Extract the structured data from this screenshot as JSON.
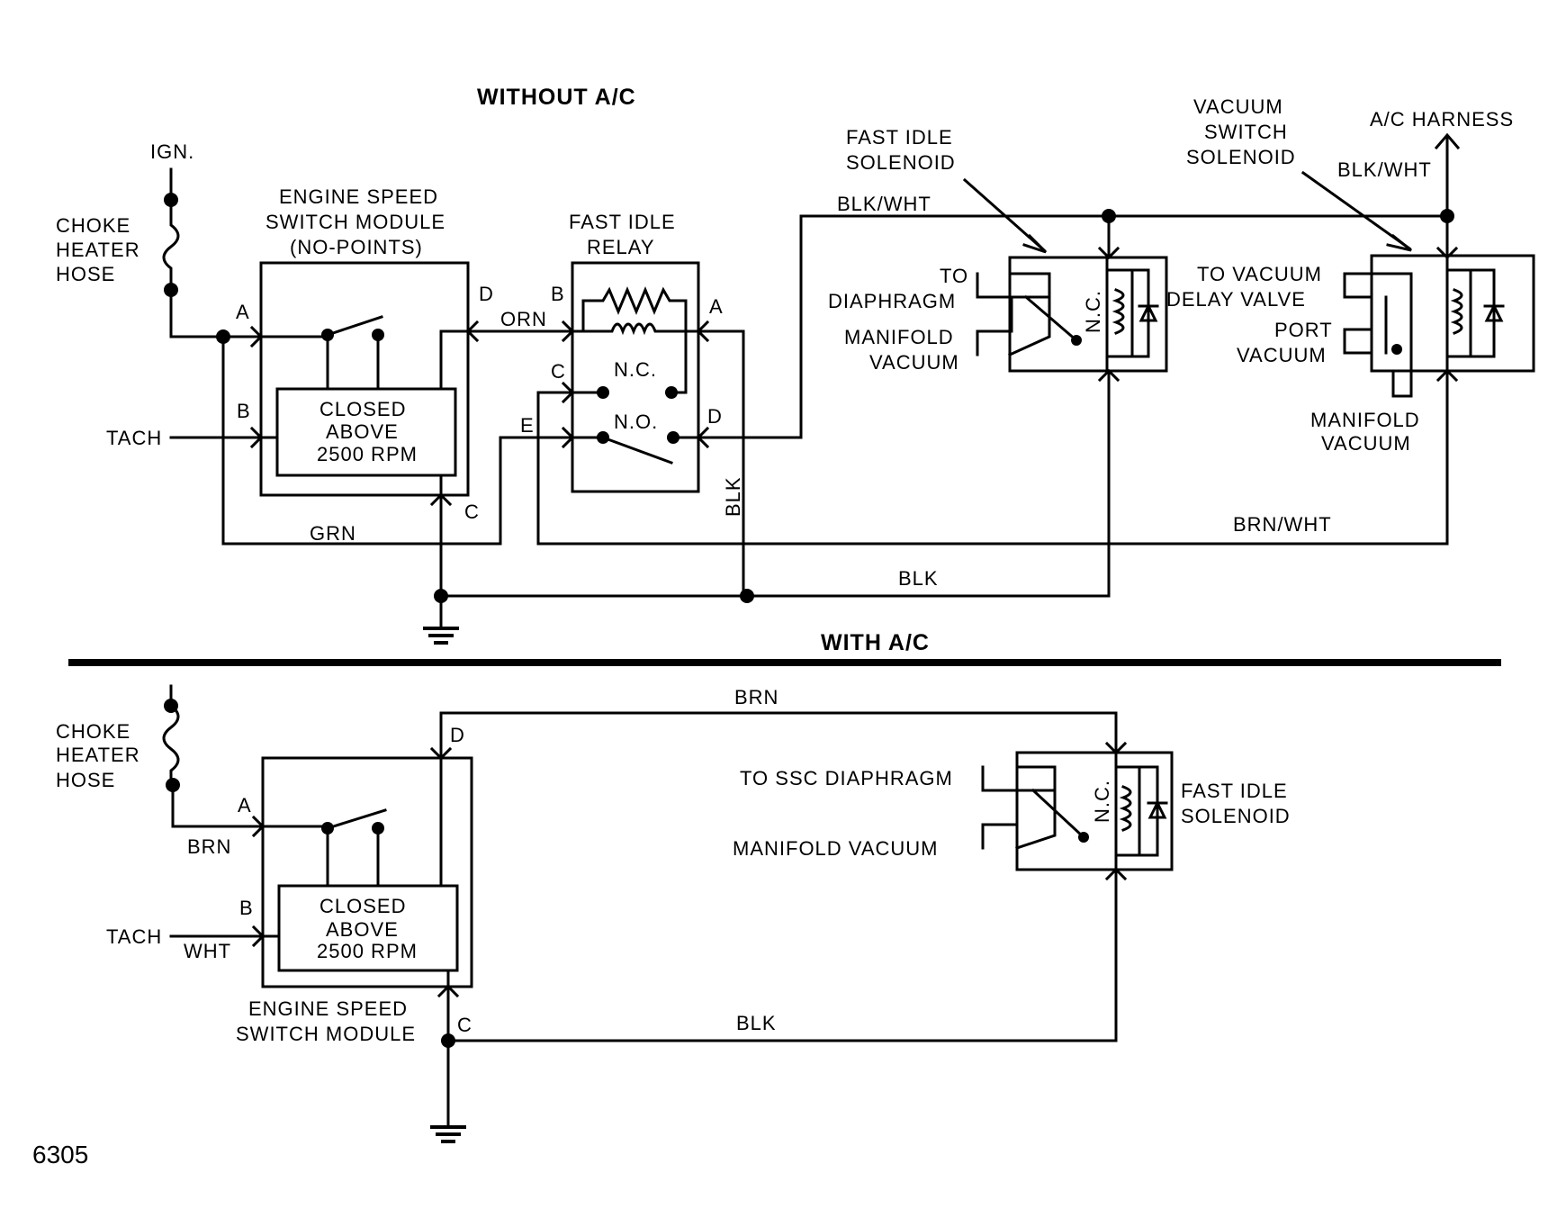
{
  "headers": {
    "without_ac": "WITHOUT A/C",
    "with_ac": "WITH A/C"
  },
  "figure_number": "6305",
  "top": {
    "ign": "IGN.",
    "choke_heater_hose": [
      "CHOKE",
      "HEATER",
      "HOSE"
    ],
    "tach": "TACH",
    "module_title": [
      "ENGINE SPEED",
      "SWITCH MODULE",
      "(NO-POINTS)"
    ],
    "module_box": [
      "CLOSED",
      "ABOVE",
      "2500 RPM"
    ],
    "pins": {
      "a": "A",
      "b": "B",
      "c": "C",
      "d": "D"
    },
    "relay_title": [
      "FAST IDLE",
      "RELAY"
    ],
    "relay_pins": {
      "b": "B",
      "a": "A",
      "c": "C",
      "e": "E",
      "d": "D"
    },
    "relay_nc": "N.C.",
    "relay_no": "N.O.",
    "wires": {
      "orn": "ORN",
      "grn": "GRN",
      "blk_v": "BLK",
      "blk_bottom": "BLK",
      "blk_wht_top": "BLK/WHT",
      "brn_wht": "BRN/WHT",
      "blk_wht_harness": "BLK/WHT"
    },
    "fast_idle_solenoid": [
      "FAST IDLE",
      "SOLENOID"
    ],
    "fis_ports": [
      "TO",
      "DIAPHRAGM",
      "MANIFOLD",
      "VACUUM"
    ],
    "nc": "N.C.",
    "vacuum_switch_solenoid": [
      "VACUUM",
      "SWITCH",
      "SOLENOID"
    ],
    "ac_harness": "A/C HARNESS",
    "vss_ports": [
      "TO VACUUM",
      "DELAY VALVE",
      "PORT",
      "VACUUM"
    ],
    "manifold_vacuum": [
      "MANIFOLD",
      "VACUUM"
    ]
  },
  "bottom": {
    "choke_heater_hose": [
      "CHOKE",
      "HEATER",
      "HOSE"
    ],
    "tach": "TACH",
    "module_box": [
      "CLOSED",
      "ABOVE",
      "2500 RPM"
    ],
    "module_title": [
      "ENGINE SPEED",
      "SWITCH MODULE"
    ],
    "pins": {
      "a": "A",
      "b": "B",
      "c": "C",
      "d": "D"
    },
    "wires": {
      "brn_top": "BRN",
      "brn_a": "BRN",
      "wht": "WHT",
      "blk": "BLK"
    },
    "ports": [
      "TO SSC DIAPHRAGM",
      "MANIFOLD VACUUM"
    ],
    "nc": "N.C.",
    "fast_idle_solenoid": [
      "FAST IDLE",
      "SOLENOID"
    ]
  }
}
